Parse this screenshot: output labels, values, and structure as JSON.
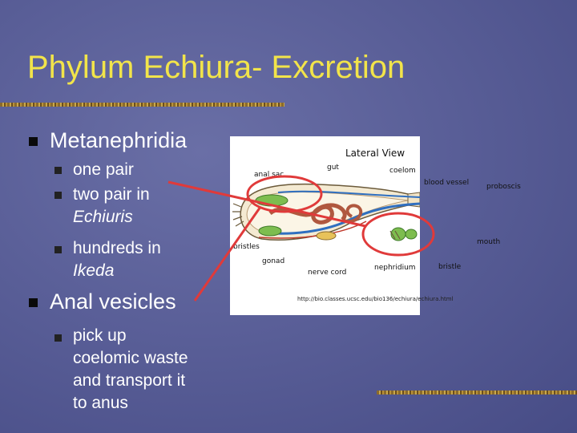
{
  "slide": {
    "title": "Phylum Echiura- Excretion",
    "bullets": {
      "metanephridia": "Metanephridia",
      "one_pair": "one pair",
      "two_pair": "two pair in",
      "echiuris": "Echiuris",
      "hundreds": "hundreds in",
      "ikeda": "Ikeda",
      "anal_vesicles": "Anal vesicles",
      "pick_up_1": " pick up",
      "pick_up_2": "coelomic waste",
      "pick_up_3": "and transport it",
      "pick_up_4": "to anus"
    }
  },
  "diagram": {
    "title": "Lateral View",
    "labels": {
      "anal_sac": "anal sac",
      "gut": "gut",
      "coelom": "coelom",
      "blood_vessel": "blood vessel",
      "proboscis": "proboscis",
      "bristles": "bristles",
      "mouth": "mouth",
      "gonad": "gonad",
      "nerve_cord": "nerve cord",
      "nephridium": "nephridium",
      "bristle": "bristle"
    },
    "source_url": "http://bio.classes.ucsc.edu/bio136/echiura/echiura.html"
  },
  "colors": {
    "title": "#f2e44a",
    "annotation_red": "#e03a3a",
    "background": "#5a5f98"
  }
}
